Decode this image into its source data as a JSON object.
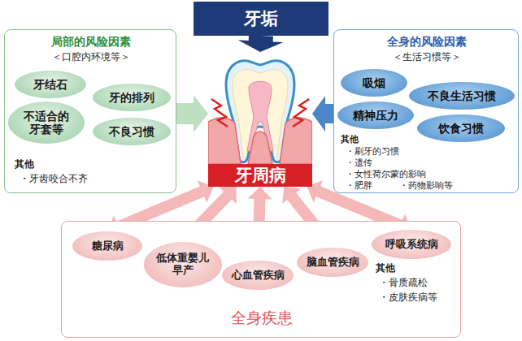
{
  "diagram": {
    "nodes": [
      {
        "text": [
          "牙垢"
        ]
      },
      {
        "text": [
          "局部的风险因素",
          "＜口腔内环境等＞",
          "其他",
          "・牙齿咬合不齐"
        ]
      },
      {
        "text": [
          "牙结石"
        ],
        "in": 1
      },
      {
        "text": [
          "牙的排列"
        ],
        "in": 1
      },
      {
        "text": [
          "不适合的牙套等"
        ],
        "in": 1
      },
      {
        "text": [
          "不良习惯"
        ],
        "in": 1
      },
      {
        "text": [
          "牙周病"
        ]
      },
      {
        "text": [
          "全身的风险因素",
          "＜生活习惯等＞",
          "其他",
          "・刷牙的习惯",
          "・遗传",
          "・女性荷尔蒙的影响",
          "・肥胖",
          "・药物影响等"
        ]
      },
      {
        "text": [
          "吸烟"
        ],
        "in": 7
      },
      {
        "text": [
          "不良生活习惯"
        ],
        "in": 7
      },
      {
        "text": [
          "精神压力"
        ],
        "in": 7
      },
      {
        "text": [
          "饮食习惯"
        ],
        "in": 7
      },
      {
        "text": [
          "其他",
          "・骨质疏松",
          "・皮肤疾病等",
          "全身疾患"
        ]
      },
      {
        "text": [
          "糖尿病"
        ],
        "in": 12
      },
      {
        "text": [
          "低体重婴儿早产"
        ],
        "in": 12
      },
      {
        "text": [
          "心血管疾病"
        ],
        "in": 12
      },
      {
        "text": [
          "脑血管疾病"
        ],
        "in": 12
      },
      {
        "text": [
          "呼吸系统病"
        ],
        "in": 12
      }
    ],
    "edges": [
      {
        "from": 0,
        "to": 6,
        "arrow": "to"
      },
      {
        "from": 1,
        "to": 6,
        "arrow": "to"
      },
      {
        "from": 7,
        "to": 6,
        "arrow": "to"
      },
      {
        "from": 6,
        "to": 13,
        "arrow": "both"
      },
      {
        "from": 6,
        "to": 14,
        "arrow": "both"
      },
      {
        "from": 6,
        "to": 15,
        "arrow": "both"
      },
      {
        "from": 6,
        "to": 16,
        "arrow": "both"
      },
      {
        "from": 6,
        "to": 17,
        "arrow": "both"
      }
    ]
  }
}
